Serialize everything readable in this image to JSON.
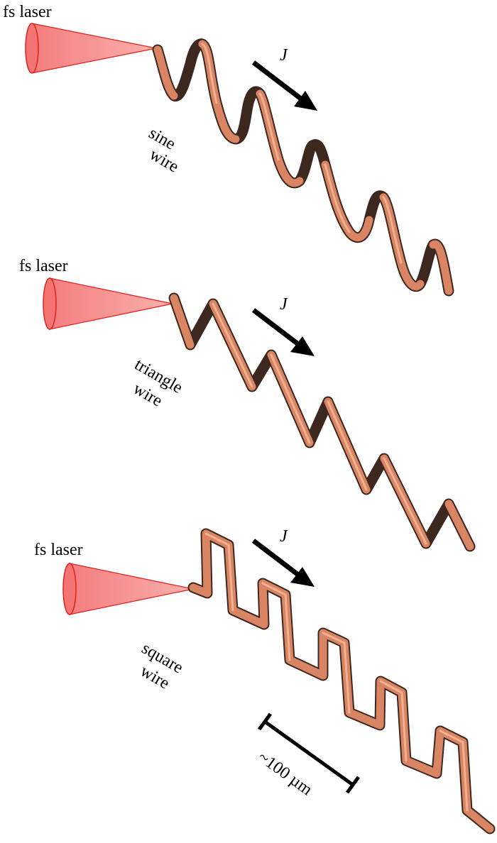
{
  "panels": [
    {
      "laser_label": "fs laser",
      "wire_label_line1": "sine",
      "wire_label_line2": "wire",
      "current_label": "J"
    },
    {
      "laser_label": "fs laser",
      "wire_label_line1": "triangle",
      "wire_label_line2": "wire",
      "current_label": "J"
    },
    {
      "laser_label": "fs laser",
      "wire_label_line1": "square",
      "wire_label_line2": "wire",
      "current_label": "J"
    }
  ],
  "scale_bar": {
    "label": "~100 µm"
  },
  "colors": {
    "laser_cone": "#f58a8a",
    "laser_edge": "#e0201c",
    "wire_light": "#d98564",
    "wire_highlight": "#f1b193",
    "wire_dark": "#3d2820",
    "arrow": "#000000"
  }
}
